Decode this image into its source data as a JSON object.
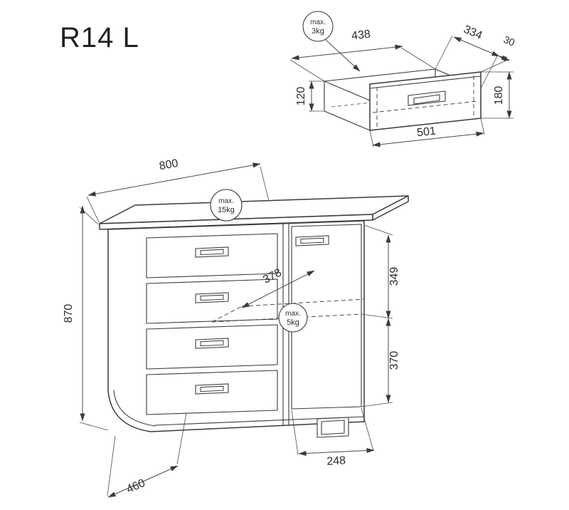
{
  "title": "R14 L",
  "colors": {
    "line": "#3a3a3a",
    "background": "#ffffff"
  },
  "drawer_detail": {
    "badge": {
      "line1": "max.",
      "line2": "3kg"
    },
    "dims": {
      "inner_width": "438",
      "depth": "334",
      "front_offset": "30",
      "side_height": "120",
      "front_height": "180",
      "front_width": "501"
    }
  },
  "cabinet": {
    "badges": {
      "top": {
        "line1": "max.",
        "line2": "15kg"
      },
      "shelf": {
        "line1": "max.",
        "line2": "5kg"
      }
    },
    "dims": {
      "width": "800",
      "height": "870",
      "depth": "460",
      "inner_width": "378",
      "door_upper_height": "349",
      "door_lower_height": "370",
      "door_width": "248"
    }
  }
}
